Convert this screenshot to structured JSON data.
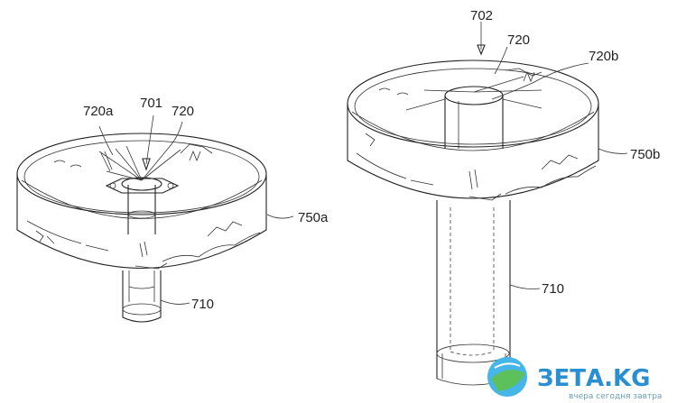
{
  "labels": {
    "fig_b": "702",
    "label_720_b_top": "720",
    "label_720b": "720b",
    "label_750b": "750b",
    "label_710_b": "710",
    "label_720a": "720a",
    "label_701": "701",
    "label_720_a": "720",
    "label_750a": "750a",
    "label_710_a": "710"
  },
  "watermark": {
    "brand": "ЗЕТА.KG",
    "tagline": "вчера сегодня завтра",
    "logo": "globe-logo"
  }
}
